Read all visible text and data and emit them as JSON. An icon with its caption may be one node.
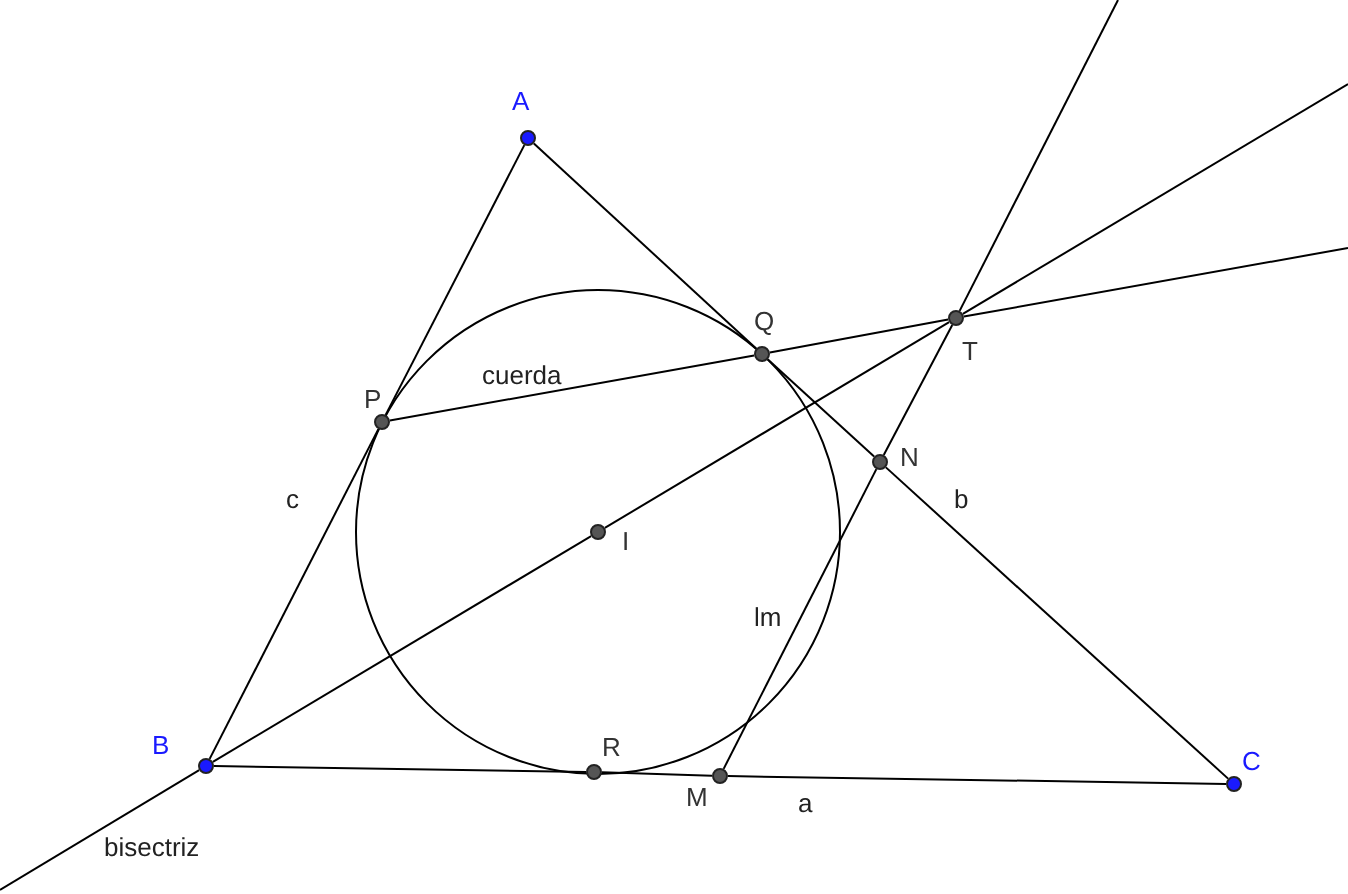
{
  "diagram": {
    "nodes": [
      {
        "text": [
          "A"
        ]
      },
      {
        "text": [
          "T"
        ]
      },
      {
        "text": [
          "Q"
        ]
      },
      {
        "text": [
          "P"
        ]
      },
      {
        "text": [
          "N"
        ]
      },
      {
        "text": [
          "I"
        ]
      },
      {
        "text": [
          "B"
        ]
      },
      {
        "text": [
          "R"
        ]
      },
      {
        "text": [
          "M"
        ]
      },
      {
        "text": [
          "C"
        ]
      }
    ],
    "edges": [
      {
        "from": 6,
        "to": 3,
        "arrow": "none"
      },
      {
        "from": 3,
        "to": 0,
        "arrow": "none"
      },
      {
        "from": 0,
        "to": 2,
        "arrow": "none"
      },
      {
        "from": 2,
        "to": 4,
        "arrow": "none"
      },
      {
        "from": 4,
        "to": 9,
        "arrow": "none"
      },
      {
        "from": 6,
        "to": 7,
        "arrow": "none"
      },
      {
        "from": 7,
        "to": 8,
        "arrow": "none"
      },
      {
        "from": 8,
        "to": 9,
        "arrow": "none"
      },
      {
        "from": 3,
        "to": 2,
        "arrow": "none"
      },
      {
        "from": 2,
        "to": 1,
        "arrow": "none"
      },
      {
        "from": 1,
        "to": null,
        "arrow": "none"
      },
      {
        "from": null,
        "to": 6,
        "arrow": "none"
      },
      {
        "from": 6,
        "to": 5,
        "arrow": "none"
      },
      {
        "from": 5,
        "to": 1,
        "arrow": "none"
      },
      {
        "from": 1,
        "to": null,
        "arrow": "none"
      },
      {
        "from": 8,
        "to": 4,
        "arrow": "none"
      },
      {
        "from": 4,
        "to": 1,
        "arrow": "none"
      },
      {
        "from": 1,
        "to": null,
        "arrow": "none"
      }
    ],
    "labels": [
      "cuerda",
      "c",
      "b",
      "lm",
      "a",
      "bisectriz"
    ]
  }
}
